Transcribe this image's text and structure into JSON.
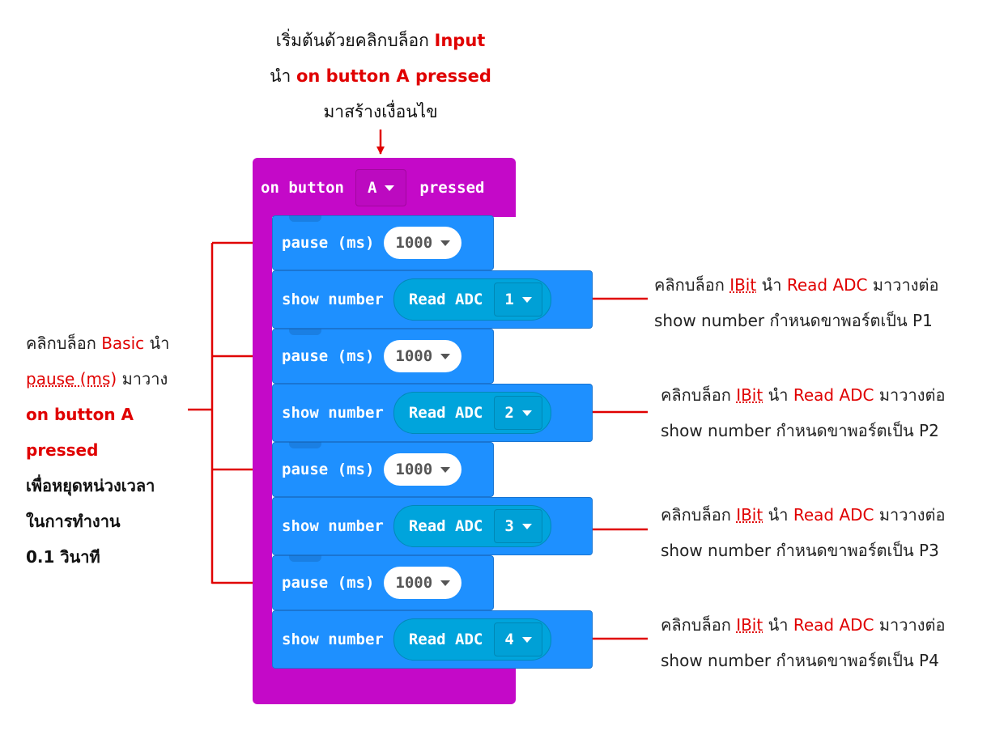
{
  "top_note": {
    "line1_prefix": "เริ่มต้นด้วยคลิกบล็อก ",
    "line1_highlight": "Input",
    "line2_prefix": "นำ ",
    "line2_highlight": "on button A pressed",
    "line3": "มาสร้างเงื่อนไข"
  },
  "colors": {
    "event_block": "#c409c8",
    "basic_block": "#1e90ff",
    "ibit_block": "#00a4dc",
    "annotation_red": "#e00000"
  },
  "event_block": {
    "label_on": "on button",
    "button_value": "A",
    "label_pressed": "pressed"
  },
  "blocks": [
    {
      "type": "pause",
      "label": "pause (ms)",
      "value": "1000"
    },
    {
      "type": "show",
      "label": "show number",
      "reporter": "Read ADC",
      "port": "1"
    },
    {
      "type": "pause",
      "label": "pause (ms)",
      "value": "1000"
    },
    {
      "type": "show",
      "label": "show number",
      "reporter": "Read ADC",
      "port": "2"
    },
    {
      "type": "pause",
      "label": "pause (ms)",
      "value": "1000"
    },
    {
      "type": "show",
      "label": "show number",
      "reporter": "Read ADC",
      "port": "3"
    },
    {
      "type": "pause",
      "label": "pause (ms)",
      "value": "1000"
    },
    {
      "type": "show",
      "label": "show number",
      "reporter": "Read ADC",
      "port": "4"
    }
  ],
  "left_note": {
    "line1_prefix": "คลิกบล็อก ",
    "line1_highlight": "Basic",
    "line1_suffix": " นำ",
    "line2_highlight": "pause (ms)",
    "line2_suffix": " มาวาง",
    "line3": "on button A",
    "line4": "pressed",
    "line5": "เพื่อหยุดหน่วงเวลา",
    "line6": "ในการทำงาน",
    "line7": "0.1 วินาที"
  },
  "right_notes": [
    {
      "prefix": "คลิกบล็อก ",
      "ibit": "IBit",
      "mid": " นำ ",
      "adc": "Read ADC",
      "suffix": " มาวางต่อ",
      "line2": "show number กำหนดขาพอร์ตเป็น P1"
    },
    {
      "prefix": "คลิกบล็อก ",
      "ibit": "IBit",
      "mid": " นำ ",
      "adc": "Read ADC",
      "suffix": " มาวางต่อ",
      "line2": "show number กำหนดขาพอร์ตเป็น P2"
    },
    {
      "prefix": "คลิกบล็อก ",
      "ibit": "IBit",
      "mid": " นำ ",
      "adc": "Read ADC",
      "suffix": " มาวางต่อ",
      "line2": "show number กำหนดขาพอร์ตเป็น P3"
    },
    {
      "prefix": "คลิกบล็อก ",
      "ibit": "IBit",
      "mid": " นำ ",
      "adc": "Read ADC",
      "suffix": " มาวางต่อ",
      "line2": "show number กำหนดขาพอร์ตเป็น P4"
    }
  ]
}
